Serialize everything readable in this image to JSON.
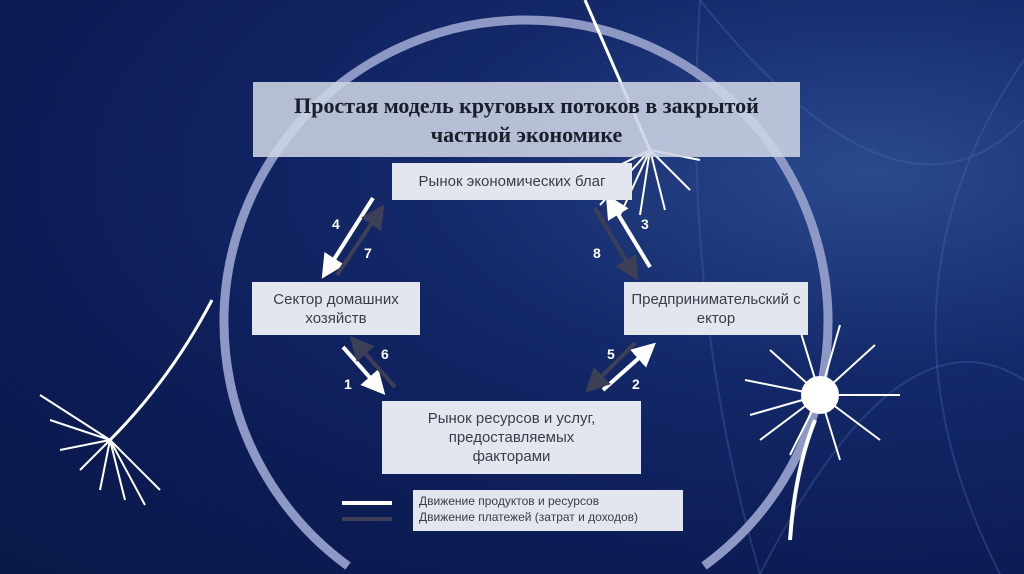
{
  "title": "Простая модель круговых потоков в закрытой частной экономике",
  "nodes": {
    "goods_market": "Рынок экономических благ",
    "households": "Сектор домашних хозяйств",
    "business": "Предпринимательский сектор",
    "resource_market": "Рынок ресурсов и услуг, предоставляемых факторами"
  },
  "flows": {
    "n1": "1",
    "n2": "2",
    "n3": "3",
    "n4": "4",
    "n5": "5",
    "n6": "6",
    "n7": "7",
    "n8": "8"
  },
  "legend": {
    "products": "Движение продуктов и ресурсов",
    "payments": "Движение платежей (затрат и доходов)"
  },
  "colors": {
    "products": "#ffffff",
    "payments": "#3c3f55",
    "circle": "#8d99c4"
  }
}
